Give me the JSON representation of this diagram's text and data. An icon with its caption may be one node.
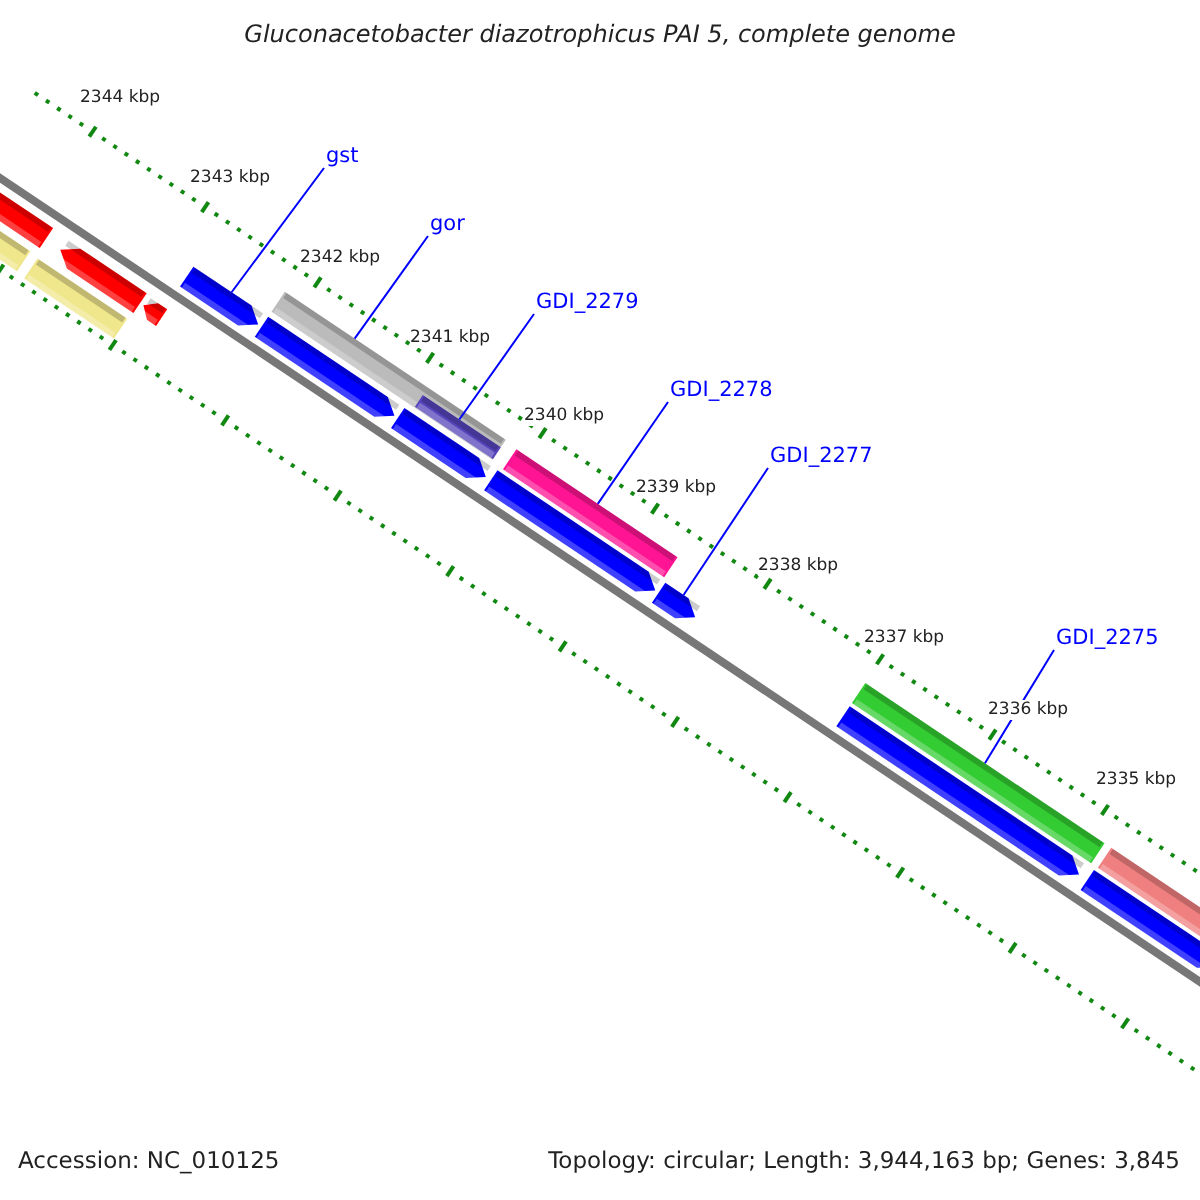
{
  "diagram": {
    "title": "Gluconacetobacter diazotrophicus PAI 5, complete genome",
    "nodes": [
      {
        "text": [
          "gst"
        ]
      },
      {
        "text": [
          "gor"
        ]
      },
      {
        "text": [
          "GDI_2279"
        ]
      },
      {
        "text": [
          "GDI_2278"
        ]
      },
      {
        "text": [
          "GDI_2277"
        ]
      },
      {
        "text": [
          "GDI_2275"
        ]
      },
      {
        "text": [],
        "shape": "bar"
      },
      {
        "text": [],
        "shape": "bar"
      },
      {
        "text": [],
        "shape": "bar"
      },
      {
        "text": [],
        "shape": "bar"
      },
      {
        "text": [],
        "shape": "bar"
      },
      {
        "text": [],
        "shape": "bar"
      },
      {
        "text": [],
        "shape": "bar"
      },
      {
        "text": [],
        "shape": "bar"
      },
      {
        "text": [],
        "shape": "bar",
        "in": 12
      },
      {
        "text": [],
        "shape": "bar"
      },
      {
        "text": [],
        "shape": "bar"
      },
      {
        "text": [],
        "shape": "bar"
      },
      {
        "text": [],
        "shape": "bar"
      },
      {
        "text": [],
        "shape": "bar"
      },
      {
        "text": [],
        "shape": "bar"
      },
      {
        "text": [],
        "shape": "bar"
      },
      {
        "text": [],
        "shape": "bar"
      }
    ],
    "edges": [
      {
        "from": 0,
        "to": 11,
        "arrow": "none"
      },
      {
        "from": 1,
        "to": 12,
        "arrow": "none"
      },
      {
        "from": 2,
        "to": 14,
        "arrow": "none"
      },
      {
        "from": 3,
        "to": 16,
        "arrow": "none"
      },
      {
        "from": 4,
        "to": 18,
        "arrow": "none"
      },
      {
        "from": 5,
        "to": 20,
        "arrow": "none"
      }
    ],
    "labels": [
      "2344 kbp",
      "2343 kbp",
      "2342 kbp",
      "2341 kbp",
      "2340 kbp",
      "2339 kbp",
      "2338 kbp",
      "2337 kbp",
      "2336 kbp",
      "2335 kbp",
      "Accession: NC_010125",
      "Topology: circular; Length: 3,944,163 bp; Genes: 3,845"
    ]
  }
}
